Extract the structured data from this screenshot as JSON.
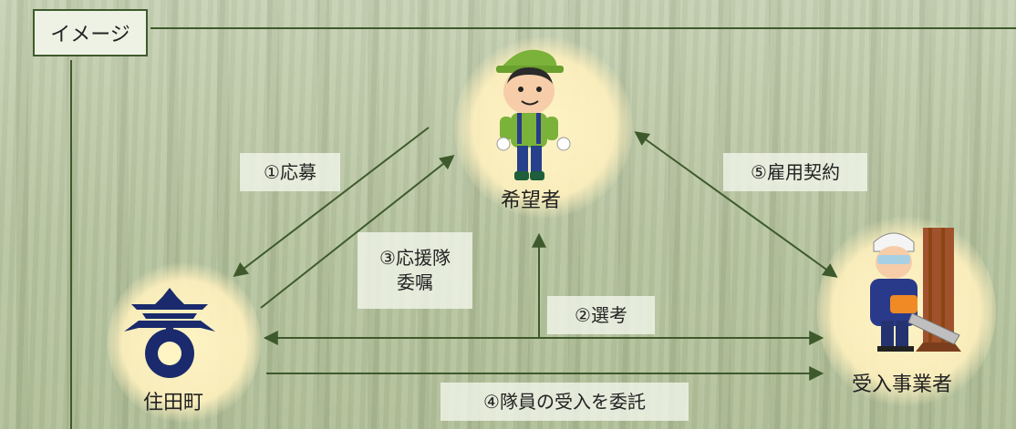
{
  "tab_label": "イメージ",
  "nodes": {
    "applicant": "希望者",
    "town": "住田町",
    "operator": "受入事業者"
  },
  "edges": {
    "apply": "①応募",
    "selection": "②選考",
    "commission_line1": "③応援隊",
    "commission_line2": "委嘱",
    "entrust": "④隊員の受入を委託",
    "employment": "⑤雇用契約"
  },
  "colors": {
    "frame": "#3e5a2c",
    "arrow": "#3e5a2c",
    "town_emblem": "#1a2a6c"
  },
  "icons": [
    "hiker-person-icon",
    "town-emblem-icon",
    "forestry-worker-icon"
  ]
}
